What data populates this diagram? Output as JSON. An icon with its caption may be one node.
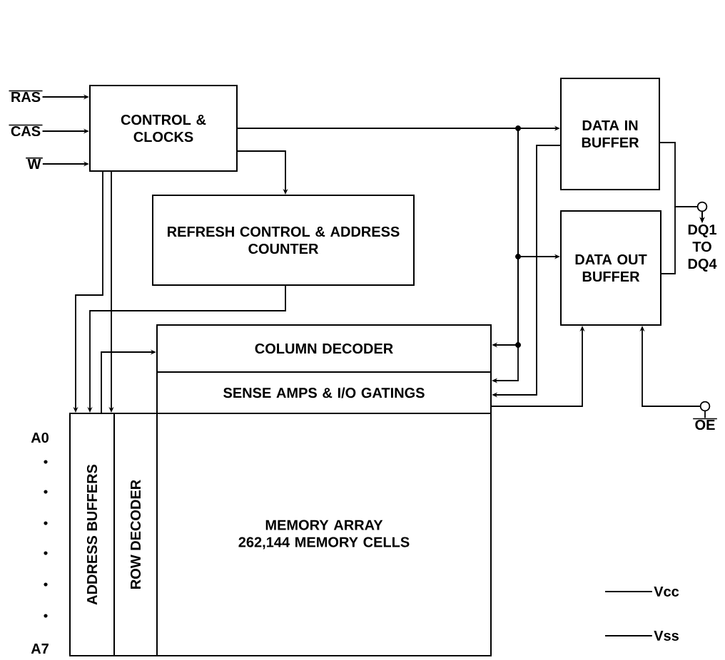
{
  "diagram": {
    "nodes": [
      {
        "text": [
          "CONTROL & CLOCKS"
        ]
      },
      {
        "text": [
          "DATA IN BUFFER"
        ]
      },
      {
        "text": [
          "REFRESH CONTROL & ADDRESS COUNTER"
        ]
      },
      {
        "text": [
          "DATA OUT BUFFER"
        ]
      },
      {
        "text": [
          "COLUMN DECODER"
        ]
      },
      {
        "text": [
          "SENSE AMPS & I/O GATINGS"
        ]
      },
      {
        "text": [
          "ADDRESS BUFFERS"
        ]
      },
      {
        "text": [
          "ROW DECODER"
        ]
      },
      {
        "text": [
          "MEMORY ARRAY",
          "262,144 MEMORY CELLS"
        ]
      },
      {
        "text": [
          "RAS"
        ]
      },
      {
        "text": [
          "CAS"
        ]
      },
      {
        "text": [
          "W"
        ]
      },
      {
        "text": [
          "DQ1 TO DQ4"
        ]
      },
      {
        "text": [
          "OE"
        ]
      },
      {
        "text": [
          "Vcc"
        ]
      },
      {
        "text": [
          "Vss"
        ]
      }
    ],
    "edges": [
      {
        "from": 9,
        "to": 0,
        "arrow": "to"
      },
      {
        "from": 10,
        "to": 0,
        "arrow": "to"
      },
      {
        "from": 11,
        "to": 0,
        "arrow": "to"
      },
      {
        "from": 0,
        "to": 1,
        "arrow": "to"
      },
      {
        "from": 0,
        "to": 3,
        "arrow": "to"
      },
      {
        "from": 0,
        "to": 4,
        "arrow": "to"
      },
      {
        "from": 0,
        "to": 2,
        "arrow": "to"
      },
      {
        "from": 2,
        "to": 6,
        "arrow": "to"
      },
      {
        "from": 0,
        "to": 6,
        "arrow": "to"
      },
      {
        "from": 0,
        "to": 6,
        "arrow": "to"
      },
      {
        "from": 6,
        "to": 4,
        "arrow": "to"
      },
      {
        "from": 1,
        "to": 5,
        "arrow": "to"
      },
      {
        "from": 0,
        "to": 5,
        "arrow": "to"
      },
      {
        "from": 5,
        "to": 3,
        "arrow": "to"
      },
      {
        "from": 1,
        "to": 12,
        "arrow": "to"
      },
      {
        "from": 3,
        "to": 12,
        "arrow": "to"
      },
      {
        "from": 13,
        "to": 3,
        "arrow": "to"
      },
      {
        "from": 14,
        "to": null,
        "arrow": "none"
      },
      {
        "from": 15,
        "to": null,
        "arrow": "none"
      }
    ],
    "labels": [
      "A0",
      "A7"
    ]
  }
}
